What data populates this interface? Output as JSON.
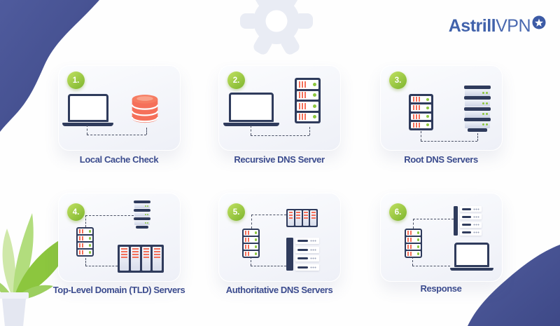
{
  "brand": {
    "name_bold": "Astrill",
    "name_light": "VPN"
  },
  "steps": [
    {
      "number": "1.",
      "label": "Local Cache Check"
    },
    {
      "number": "2.",
      "label": "Recursive DNS Server"
    },
    {
      "number": "3.",
      "label": "Root DNS Servers"
    },
    {
      "number": "4.",
      "label": "Top-Level Domain (TLD) Servers"
    },
    {
      "number": "5.",
      "label": "Authoritative DNS Servers"
    },
    {
      "number": "6.",
      "label": "Response"
    }
  ],
  "colors": {
    "icon_navy": "#2f3b5c",
    "corner_blob_navy": "#46539b",
    "brand_blue": "#4162ab",
    "label_blue": "#3c4c8e",
    "badge_green": "#8bc23a",
    "status_dot_green": "#8cc63e",
    "cache_red": "#f5705a",
    "panel_bg": "#f0f2f8"
  },
  "icons": {
    "header": [
      "gear-icon"
    ],
    "brand": [
      "star-circle-icon"
    ],
    "decorations": [
      "plant-icon",
      "corner-blob-top-left",
      "corner-blob-bottom-right"
    ],
    "step_1": [
      "laptop-icon",
      "database-icon"
    ],
    "step_2": [
      "laptop-icon",
      "server-rack-icon"
    ],
    "step_3": [
      "server-rack-icon",
      "server-tower-icon"
    ],
    "step_4": [
      "server-rack-icon",
      "server-tower-icon",
      "server-cabinet-icon"
    ],
    "step_5": [
      "server-rack-icon",
      "server-cabinet-icon",
      "blade-server-icon"
    ],
    "step_6": [
      "server-rack-icon",
      "blade-server-icon",
      "laptop-icon"
    ]
  }
}
